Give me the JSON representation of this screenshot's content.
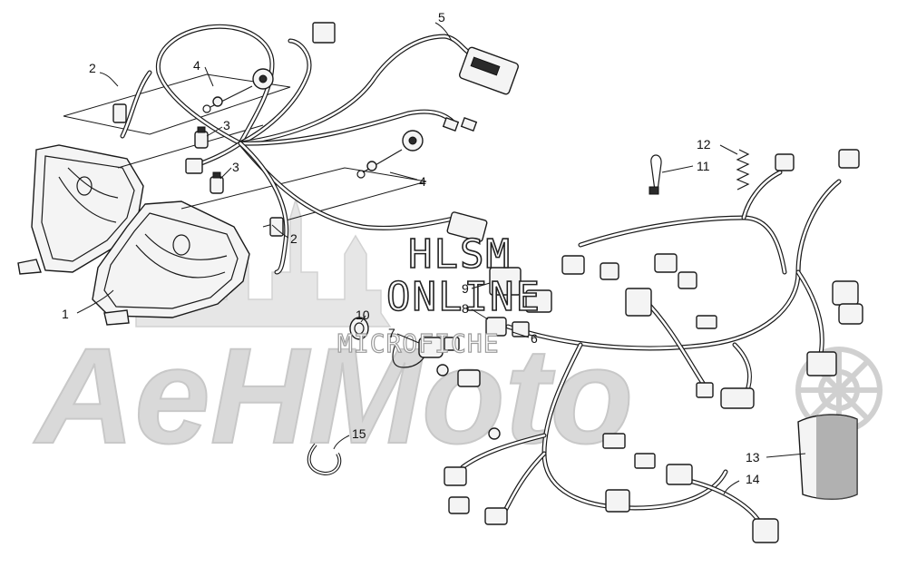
{
  "watermark": {
    "brand": "AeHMoto",
    "site_line1": "HLSM",
    "site_line2": "ONLINE",
    "site_line3": "MICROFICHE"
  },
  "callouts": [
    {
      "id": "c1",
      "text": "1"
    },
    {
      "id": "c2a",
      "text": "2"
    },
    {
      "id": "c2b",
      "text": "2"
    },
    {
      "id": "c3a",
      "text": "3"
    },
    {
      "id": "c3b",
      "text": "3"
    },
    {
      "id": "c4a",
      "text": "4"
    },
    {
      "id": "c4b",
      "text": "4"
    },
    {
      "id": "c5",
      "text": "5"
    },
    {
      "id": "c6",
      "text": "6"
    },
    {
      "id": "c7",
      "text": "7"
    },
    {
      "id": "c8",
      "text": "8"
    },
    {
      "id": "c9",
      "text": "9"
    },
    {
      "id": "c10",
      "text": "10"
    },
    {
      "id": "c11",
      "text": "11"
    },
    {
      "id": "c12",
      "text": "12"
    },
    {
      "id": "c13",
      "text": "13"
    },
    {
      "id": "c14",
      "text": "14"
    },
    {
      "id": "c15",
      "text": "15"
    }
  ]
}
